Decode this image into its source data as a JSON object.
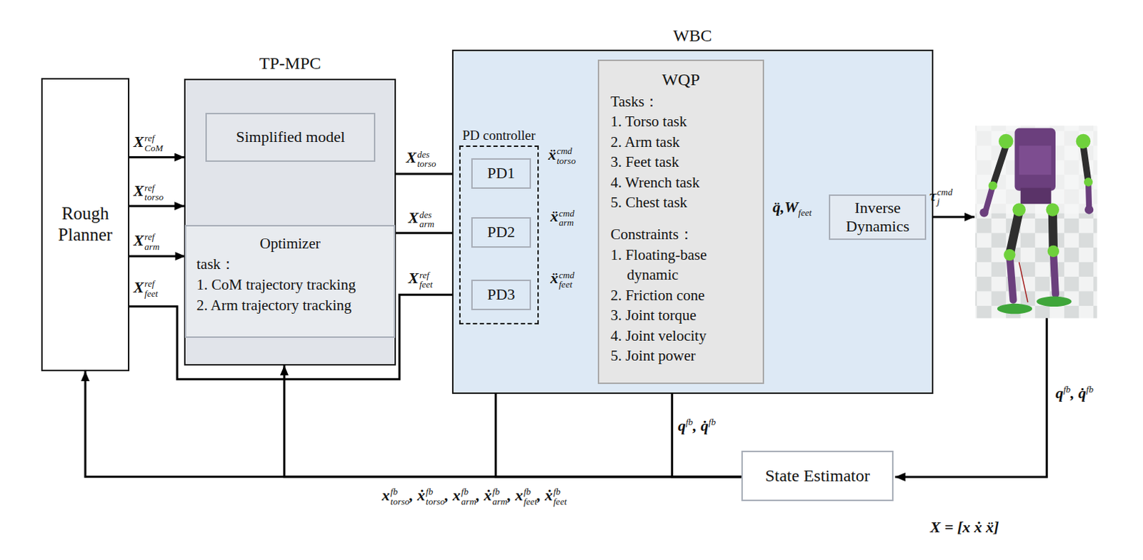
{
  "diagram": {
    "nodes": [
      {
        "text": [
          "Rough Planner"
        ]
      },
      {
        "text": [
          "TP-MPC"
        ]
      },
      {
        "text": [
          "Simplified model"
        ],
        "in": 1
      },
      {
        "text": [
          "Optimizer",
          "task：",
          "1. CoM trajectory tracking",
          "2. Arm trajectory tracking"
        ],
        "in": 1
      },
      {
        "text": [
          "WBC"
        ]
      },
      {
        "text": [
          "PD controller"
        ],
        "in": 4
      },
      {
        "text": [
          "PD1"
        ],
        "in": 5
      },
      {
        "text": [
          "PD2"
        ],
        "in": 5
      },
      {
        "text": [
          "PD3"
        ],
        "in": 5
      },
      {
        "text": [
          "WQP",
          "Tasks：",
          "1. Torso task",
          "2. Arm task",
          "3. Feet task",
          "4. Wrench task",
          "5. Chest task",
          "Constraints：",
          "1. Floating-base dynamic",
          "2. Friction cone",
          "3. Joint torque",
          "4. Joint velocity",
          "5. Joint power"
        ],
        "in": 4
      },
      {
        "text": [
          "Inverse Dynamics"
        ]
      },
      {
        "text": [
          "State Estimator"
        ]
      }
    ],
    "edges": [
      {
        "from": 0,
        "to": 1,
        "label": "X_CoM^ref",
        "arrow": "to"
      },
      {
        "from": 0,
        "to": 1,
        "label": "X_torso^ref",
        "arrow": "to"
      },
      {
        "from": 0,
        "to": 3,
        "label": "X_arm^ref",
        "arrow": "to"
      },
      {
        "from": 0,
        "to": 8,
        "label": "X_feet^ref",
        "arrow": "to"
      },
      {
        "from": 2,
        "to": 3,
        "arrow": "to"
      },
      {
        "from": 3,
        "to": 2,
        "arrow": "to"
      },
      {
        "from": 1,
        "to": 6,
        "label": "X_torso^des",
        "arrow": "to"
      },
      {
        "from": 3,
        "to": 7,
        "label": "X_arm^des",
        "arrow": "to"
      },
      {
        "from": 6,
        "to": 9,
        "label": "ẍ_torso^cmd",
        "arrow": "to"
      },
      {
        "from": 7,
        "to": 9,
        "label": "ẍ_arm^cmd",
        "arrow": "to"
      },
      {
        "from": 8,
        "to": 9,
        "label": "ẍ_feet^cmd",
        "arrow": "to"
      },
      {
        "from": 9,
        "to": 10,
        "label": "q̈,W_feet",
        "arrow": "to"
      },
      {
        "from": 11,
        "to": 0,
        "arrow": "to"
      },
      {
        "from": 11,
        "to": 1,
        "arrow": "to"
      },
      {
        "from": 11,
        "to": 5,
        "arrow": "to"
      },
      {
        "from": 11,
        "to": 9,
        "label": "q^fb, q̇^fb",
        "arrow": "to"
      }
    ],
    "labels": [
      "X_feet^ref",
      "τ_j^cmd",
      "q^fb, q̇^fb",
      "x_torso^fb, ẋ_torso^fb, x_arm^fb, ẋ_arm^fb, x_feet^fb, ẋ_feet^fb",
      "X = [x ẋ ẍ]"
    ]
  }
}
